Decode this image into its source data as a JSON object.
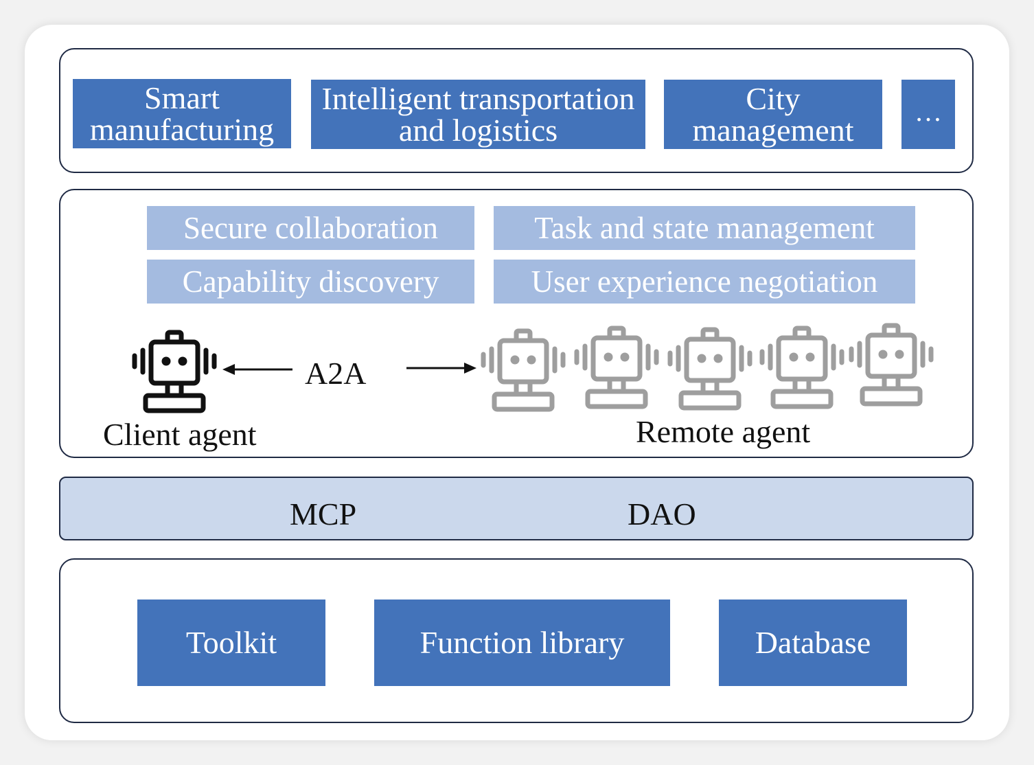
{
  "applications": [
    {
      "label": "Smart\nmanufacturing"
    },
    {
      "label": "Intelligent transportation\nand logistics"
    },
    {
      "label": "City\nmanagement"
    },
    {
      "label": "…"
    }
  ],
  "a2a_features": [
    {
      "label": "Secure collaboration"
    },
    {
      "label": "Task and state management"
    },
    {
      "label": "Capability discovery"
    },
    {
      "label": "User experience negotiation"
    }
  ],
  "agents": {
    "protocol_label": "A2A",
    "client_label": "Client agent",
    "remote_label": "Remote agent",
    "client_color": "#111111",
    "remote_color": "#9e9e9e",
    "remote_count": 5
  },
  "protocols": {
    "mcp_label": "MCP",
    "dao_label": "DAO"
  },
  "resources": [
    {
      "label": "Toolkit"
    },
    {
      "label": "Function library"
    },
    {
      "label": "Database"
    }
  ],
  "colors": {
    "dark_box": "#4373ba",
    "light_box": "#a4bbe0",
    "band": "#cbd8ec",
    "border": "#1f2a44"
  }
}
